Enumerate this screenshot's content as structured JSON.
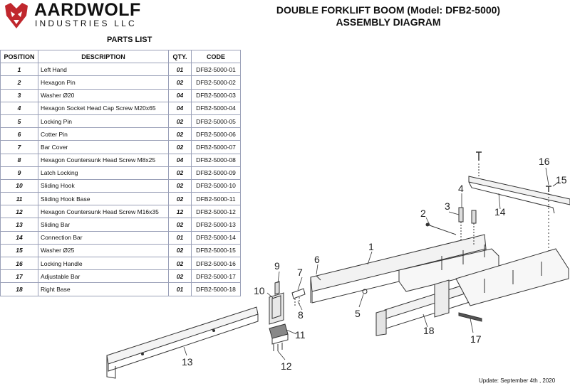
{
  "brand": {
    "name": "AARDWOLF",
    "subtitle": "INDUSTRIES LLC",
    "accent": "#c0272d"
  },
  "title": {
    "line1": "DOUBLE FORKLIFT BOOM (Model: DFB2-5000)",
    "line2": "ASSEMBLY DIAGRAM"
  },
  "parts_list": {
    "heading": "PARTS LIST",
    "columns": [
      "POSITION",
      "DESCRIPTION",
      "QTY.",
      "CODE"
    ],
    "rows": [
      {
        "pos": "1",
        "desc": "Left Hand",
        "qty": "01",
        "code": "DFB2-5000-01"
      },
      {
        "pos": "2",
        "desc": "Hexagon Pin",
        "qty": "02",
        "code": "DFB2-5000-02"
      },
      {
        "pos": "3",
        "desc": "Washer Ø20",
        "qty": "04",
        "code": "DFB2-5000-03"
      },
      {
        "pos": "4",
        "desc": "Hexagon Socket Head Cap Screw M20x65",
        "qty": "04",
        "code": "DFB2-5000-04"
      },
      {
        "pos": "5",
        "desc": "Locking Pin",
        "qty": "02",
        "code": "DFB2-5000-05"
      },
      {
        "pos": "6",
        "desc": "Cotter Pin",
        "qty": "02",
        "code": "DFB2-5000-06"
      },
      {
        "pos": "7",
        "desc": "Bar Cover",
        "qty": "02",
        "code": "DFB2-5000-07"
      },
      {
        "pos": "8",
        "desc": "Hexagon Countersunk Head Screw M8x25",
        "qty": "04",
        "code": "DFB2-5000-08"
      },
      {
        "pos": "9",
        "desc": "Latch Locking",
        "qty": "02",
        "code": "DFB2-5000-09"
      },
      {
        "pos": "10",
        "desc": "Sliding Hook",
        "qty": "02",
        "code": "DFB2-5000-10"
      },
      {
        "pos": "11",
        "desc": "Sliding Hook Base",
        "qty": "02",
        "code": "DFB2-5000-11"
      },
      {
        "pos": "12",
        "desc": "Hexagon Countersunk Head Screw M16x35",
        "qty": "12",
        "code": "DFB2-5000-12"
      },
      {
        "pos": "13",
        "desc": "Sliding Bar",
        "qty": "02",
        "code": "DFB2-5000-13"
      },
      {
        "pos": "14",
        "desc": "Connection Bar",
        "qty": "01",
        "code": "DFB2-5000-14"
      },
      {
        "pos": "15",
        "desc": "Washer Ø25",
        "qty": "02",
        "code": "DFB2-5000-15"
      },
      {
        "pos": "16",
        "desc": "Locking Handle",
        "qty": "02",
        "code": "DFB2-5000-16"
      },
      {
        "pos": "17",
        "desc": "Adjustable Bar",
        "qty": "02",
        "code": "DFB2-5000-17"
      },
      {
        "pos": "18",
        "desc": "Right Base",
        "qty": "01",
        "code": "DFB2-5000-18"
      }
    ]
  },
  "callouts": [
    "1",
    "2",
    "3",
    "4",
    "5",
    "6",
    "7",
    "8",
    "9",
    "10",
    "11",
    "12",
    "13",
    "14",
    "15",
    "16",
    "17",
    "18"
  ],
  "update_text": "Update: September 4th , 2020"
}
